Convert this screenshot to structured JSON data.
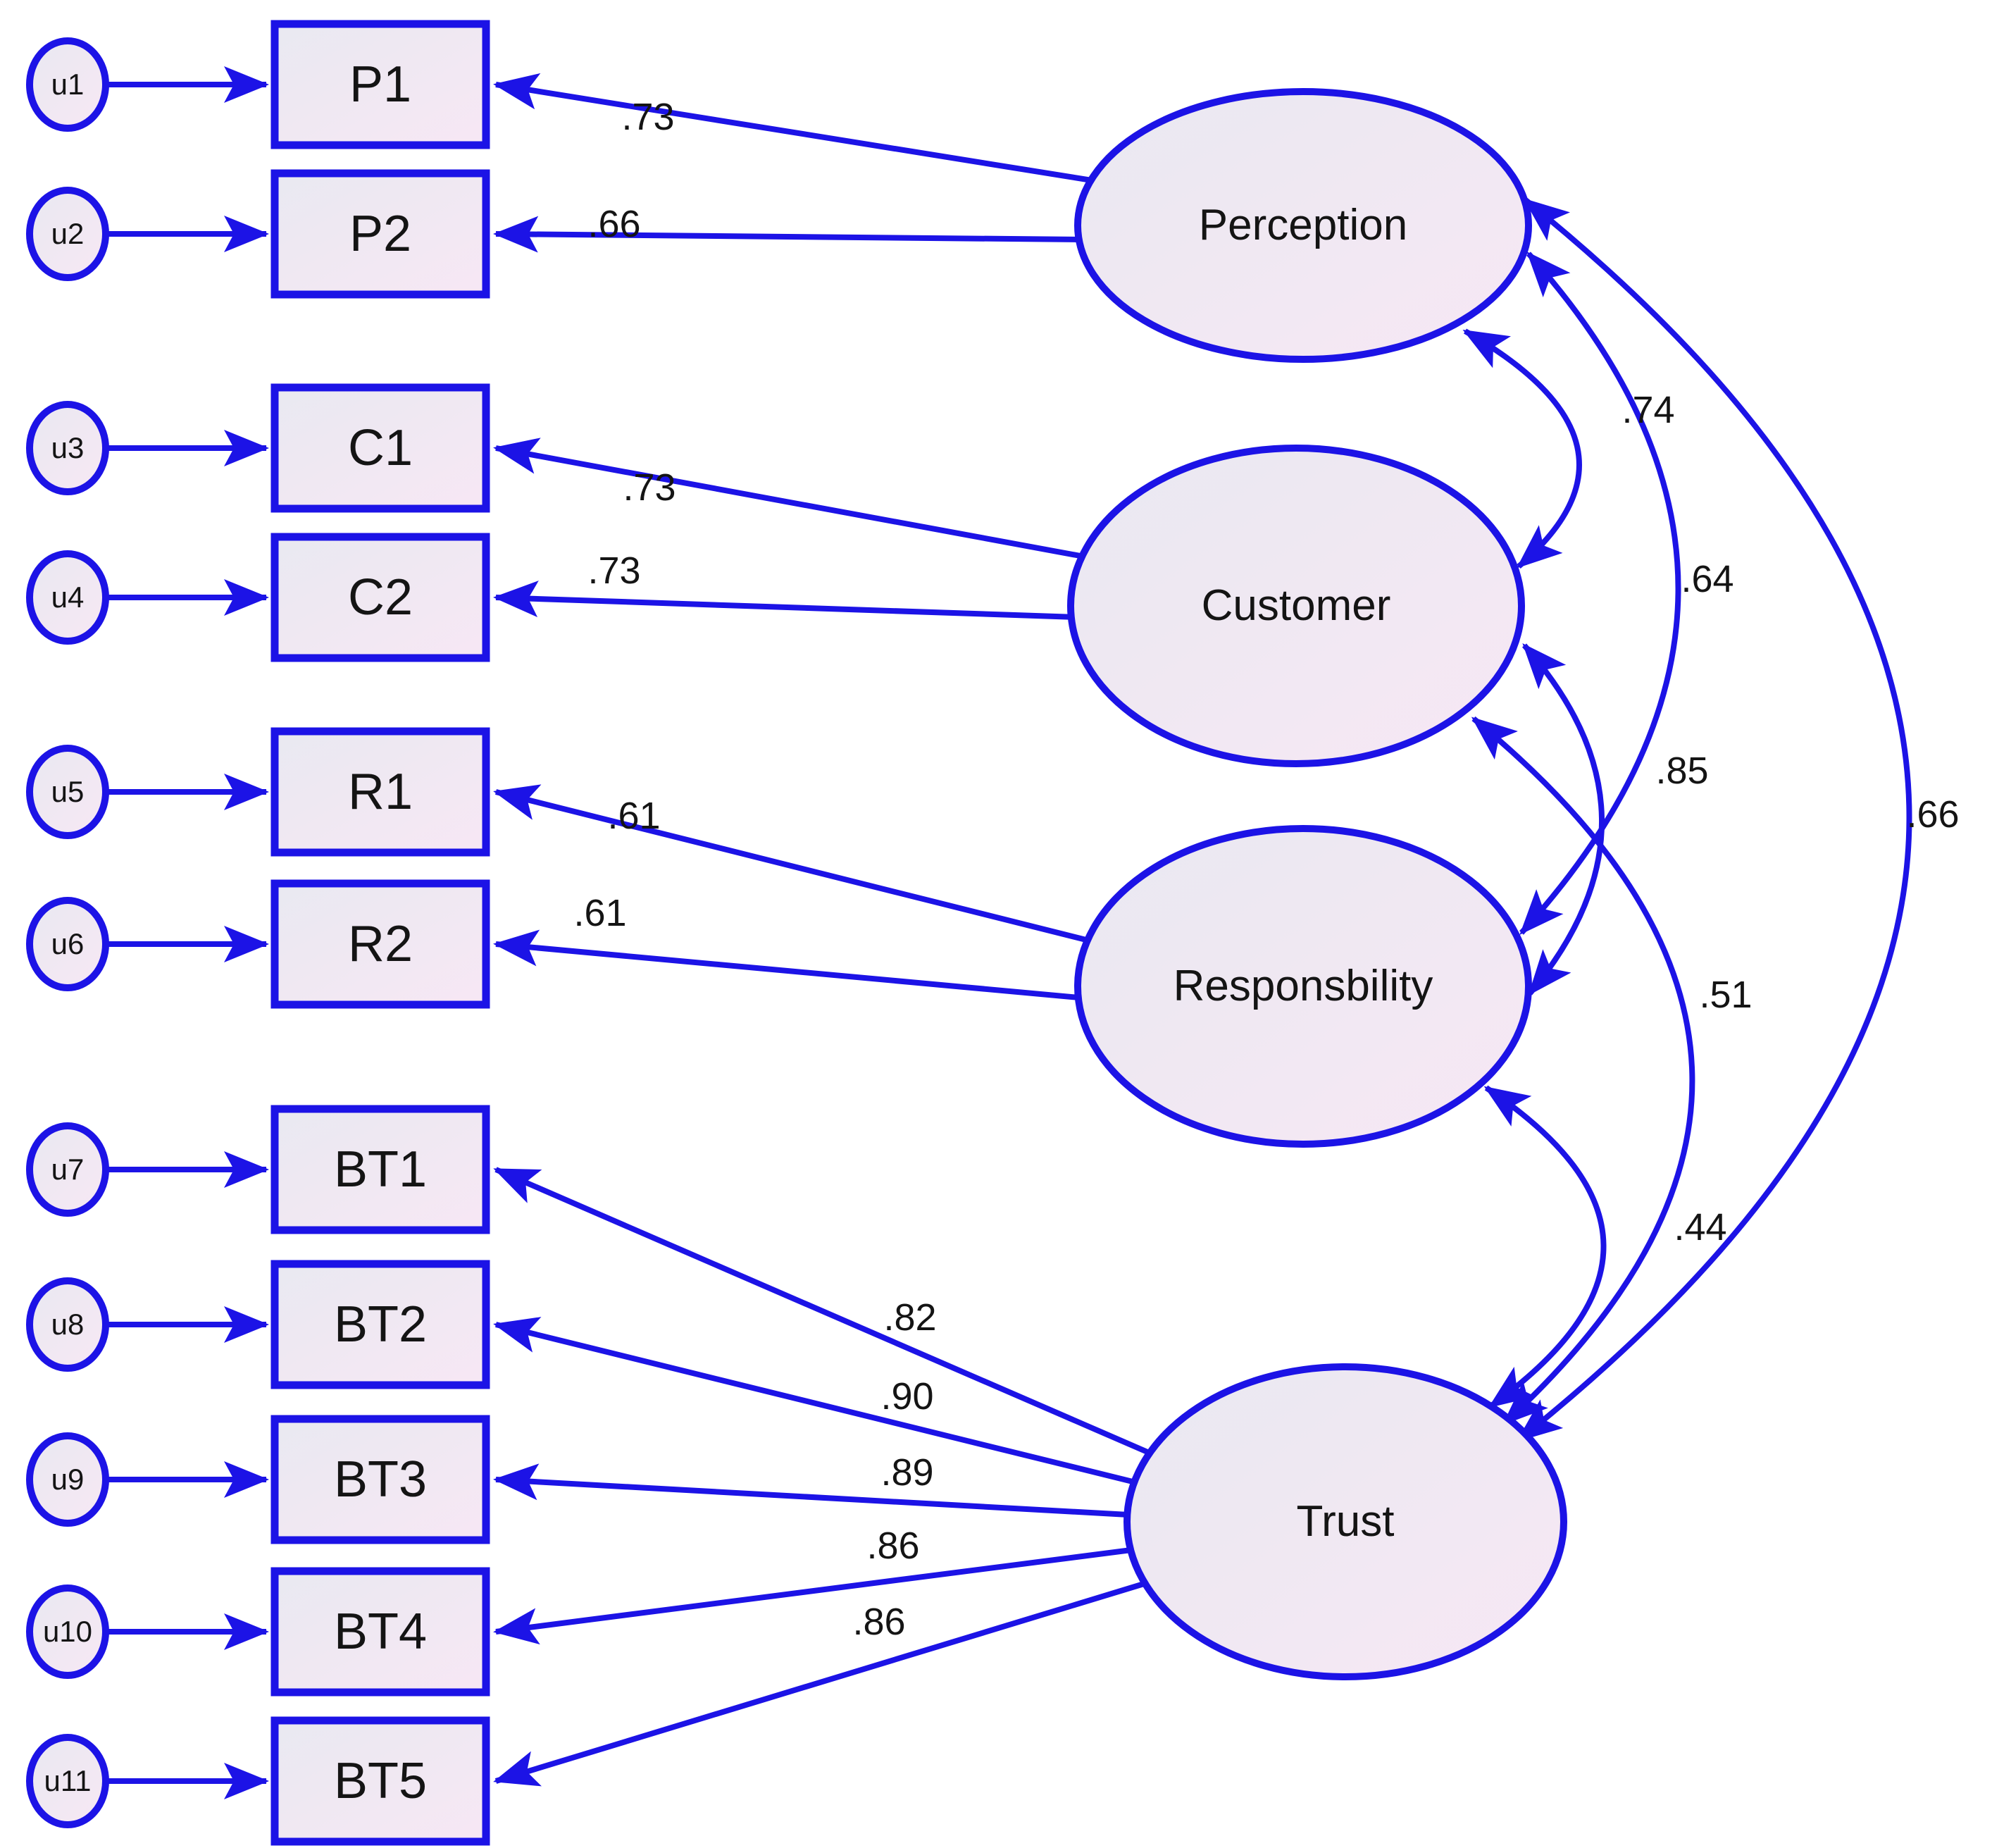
{
  "diagram": {
    "type": "sem-cfa-path-diagram",
    "latents": [
      {
        "id": "Perception",
        "label": "Perception"
      },
      {
        "id": "Customer",
        "label": "Customer"
      },
      {
        "id": "Responsbility",
        "label": "Responsbility"
      },
      {
        "id": "Trust",
        "label": "Trust"
      }
    ],
    "observed": [
      {
        "id": "P1",
        "label": "P1",
        "error": "u1"
      },
      {
        "id": "P2",
        "label": "P2",
        "error": "u2"
      },
      {
        "id": "C1",
        "label": "C1",
        "error": "u3"
      },
      {
        "id": "C2",
        "label": "C2",
        "error": "u4"
      },
      {
        "id": "R1",
        "label": "R1",
        "error": "u5"
      },
      {
        "id": "R2",
        "label": "R2",
        "error": "u6"
      },
      {
        "id": "BT1",
        "label": "BT1",
        "error": "u7"
      },
      {
        "id": "BT2",
        "label": "BT2",
        "error": "u8"
      },
      {
        "id": "BT3",
        "label": "BT3",
        "error": "u9"
      },
      {
        "id": "BT4",
        "label": "BT4",
        "error": "u10"
      },
      {
        "id": "BT5",
        "label": "BT5",
        "error": "u11"
      }
    ],
    "loadings": [
      {
        "from": "Perception",
        "to": "P1",
        "value": ".73"
      },
      {
        "from": "Perception",
        "to": "P2",
        "value": ".66"
      },
      {
        "from": "Customer",
        "to": "C1",
        "value": ".73"
      },
      {
        "from": "Customer",
        "to": "C2",
        "value": ".73"
      },
      {
        "from": "Responsbility",
        "to": "R1",
        "value": ".61"
      },
      {
        "from": "Responsbility",
        "to": "R2",
        "value": ".61"
      },
      {
        "from": "Trust",
        "to": "BT1",
        "value": ".82"
      },
      {
        "from": "Trust",
        "to": "BT2",
        "value": ".90"
      },
      {
        "from": "Trust",
        "to": "BT3",
        "value": ".89"
      },
      {
        "from": "Trust",
        "to": "BT4",
        "value": ".86"
      },
      {
        "from": "Trust",
        "to": "BT5",
        "value": ".86"
      }
    ],
    "covariances": [
      {
        "between": [
          "Perception",
          "Customer"
        ],
        "value": ".74"
      },
      {
        "between": [
          "Perception",
          "Responsbility"
        ],
        "value": ".64"
      },
      {
        "between": [
          "Perception",
          "Trust"
        ],
        "value": ".66"
      },
      {
        "between": [
          "Customer",
          "Responsbility"
        ],
        "value": ".85"
      },
      {
        "between": [
          "Customer",
          "Trust"
        ],
        "value": ".51"
      },
      {
        "between": [
          "Responsbility",
          "Trust"
        ],
        "value": ".44"
      }
    ],
    "colors": {
      "line": "#1c13e6",
      "text": "#141414",
      "fill_a": "#e9e9f1",
      "fill_b": "#f7e7f4",
      "background": "#ffffff"
    }
  }
}
